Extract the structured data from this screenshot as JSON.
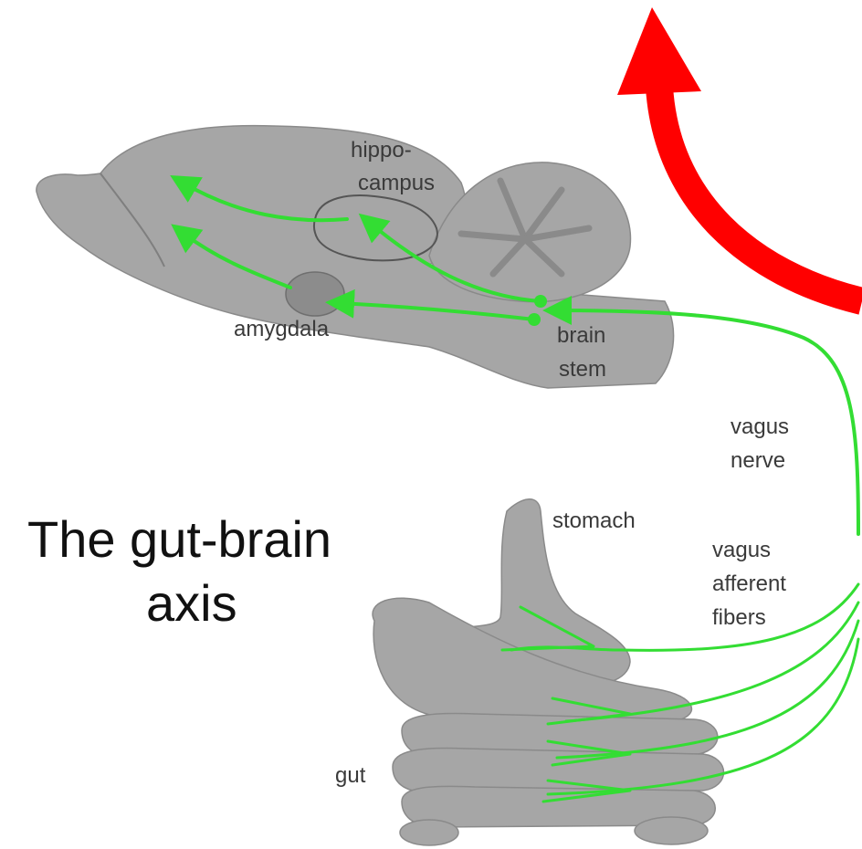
{
  "title": {
    "line1": "The gut-brain",
    "line2": "axis"
  },
  "labels": {
    "hippocampus_line1": "hippo-",
    "hippocampus_line2": "campus",
    "amygdala": "amygdala",
    "brain_stem_line1": "brain",
    "brain_stem_line2": "stem",
    "vagus_nerve_line1": "vagus",
    "vagus_nerve_line2": "nerve",
    "stomach": "stomach",
    "afferent_line1": "vagus",
    "afferent_line2": "afferent",
    "afferent_line3": "fibers",
    "gut": "gut"
  },
  "colors": {
    "background": "#ffffff",
    "organ": "#a6a6a6",
    "organ_dark": "#8c8c8c",
    "nerve": "#33dd33",
    "arrow": "#ff0000",
    "text": "#3a3a3a"
  }
}
